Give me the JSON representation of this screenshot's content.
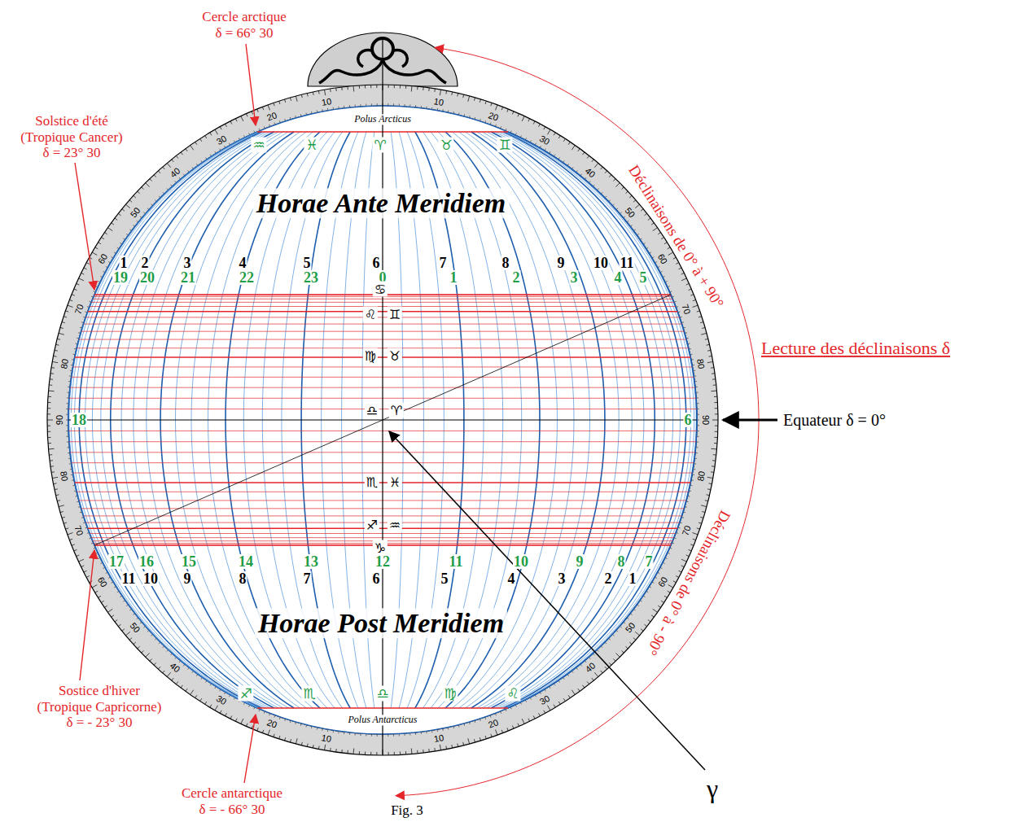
{
  "diagram": {
    "caption": "Fig. 3",
    "labels": [
      "Cercle arctique δ = 66° 30",
      "Solstice d'été (Tropique Cancer) δ = 23° 30",
      "Sostice d'hiver (Tropique Capricorne) δ = - 23° 30",
      "Cercle antarctique δ = - 66° 30",
      "Polus Arcticus",
      "Polus Antarcticus",
      "Horae Ante Meridiem",
      "Horae Post Meridiem",
      "Lecture des déclinaisons δ",
      "Déclinaisons de 0° à + 90°",
      "Déclinaisons de 0° à - 90°",
      "Equateur δ = 0°",
      "γ",
      "♒",
      "♓",
      "♈",
      "♉",
      "♊",
      "1",
      "2",
      "3",
      "4",
      "5",
      "6",
      "7",
      "8",
      "9",
      "10",
      "11",
      "19",
      "20",
      "21",
      "22",
      "23",
      "0",
      "1",
      "2",
      "3",
      "4",
      "5",
      "♋",
      "♌",
      "♊",
      "♍",
      "♉",
      "♎",
      "♈",
      "♏",
      "♓",
      "♐",
      "♒",
      "♑",
      "18",
      "6",
      "17",
      "16",
      "15",
      "14",
      "13",
      "12",
      "11",
      "10",
      "9",
      "8",
      "7",
      "11",
      "10",
      "9",
      "8",
      "7",
      "6",
      "5",
      "4",
      "3",
      "2",
      "1",
      "♐",
      "♏",
      "♎",
      "♍",
      "♌",
      "10",
      "20",
      "30",
      "40",
      "50",
      "60",
      "70",
      "80",
      "90",
      "80",
      "70",
      "60",
      "50",
      "40",
      "30",
      "20",
      "10",
      "10",
      "20",
      "30",
      "40",
      "50",
      "60",
      "70",
      "80",
      "90",
      "80",
      "70",
      "60",
      "50",
      "40",
      "30",
      "20",
      "10"
    ]
  }
}
